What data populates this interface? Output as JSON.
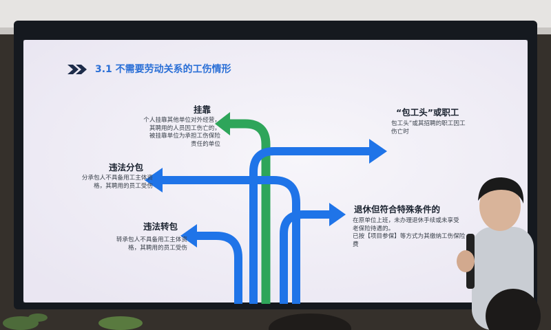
{
  "slide": {
    "title": "3.1 不需要劳动关系的工伤情形",
    "items": [
      {
        "heading": "挂靠",
        "desc": [
          "个人挂靠其他单位对外经营，",
          "其聘用的人员因工伤亡的，",
          "被挂靠单位为承担工伤保险",
          "责任的单位"
        ]
      },
      {
        "heading": "违法分包",
        "desc": [
          "分承包人不具备用工主体资",
          "格，其聘用的员工受伤"
        ]
      },
      {
        "heading": "违法转包",
        "desc": [
          "转承包人不具备用工主体资",
          "格，其聘用的员工受伤"
        ]
      },
      {
        "heading": "“包工头”或职工",
        "desc": [
          "包工头”或其招聘的职工因工",
          "伤亡时"
        ]
      },
      {
        "heading": "退休但符合特殊条件的",
        "desc": [
          "在原单位上班，未办理退休手续或未享受",
          "老保险待遇的。",
          "已按【项目参保】等方式为其缴纳工伤保险",
          "费"
        ]
      }
    ]
  },
  "colors": {
    "slide_bg": "#f3f1f8",
    "arrow_blue": "#1f74e8",
    "arrow_green": "#2ea55a",
    "title_blue": "#2a6fd6"
  }
}
